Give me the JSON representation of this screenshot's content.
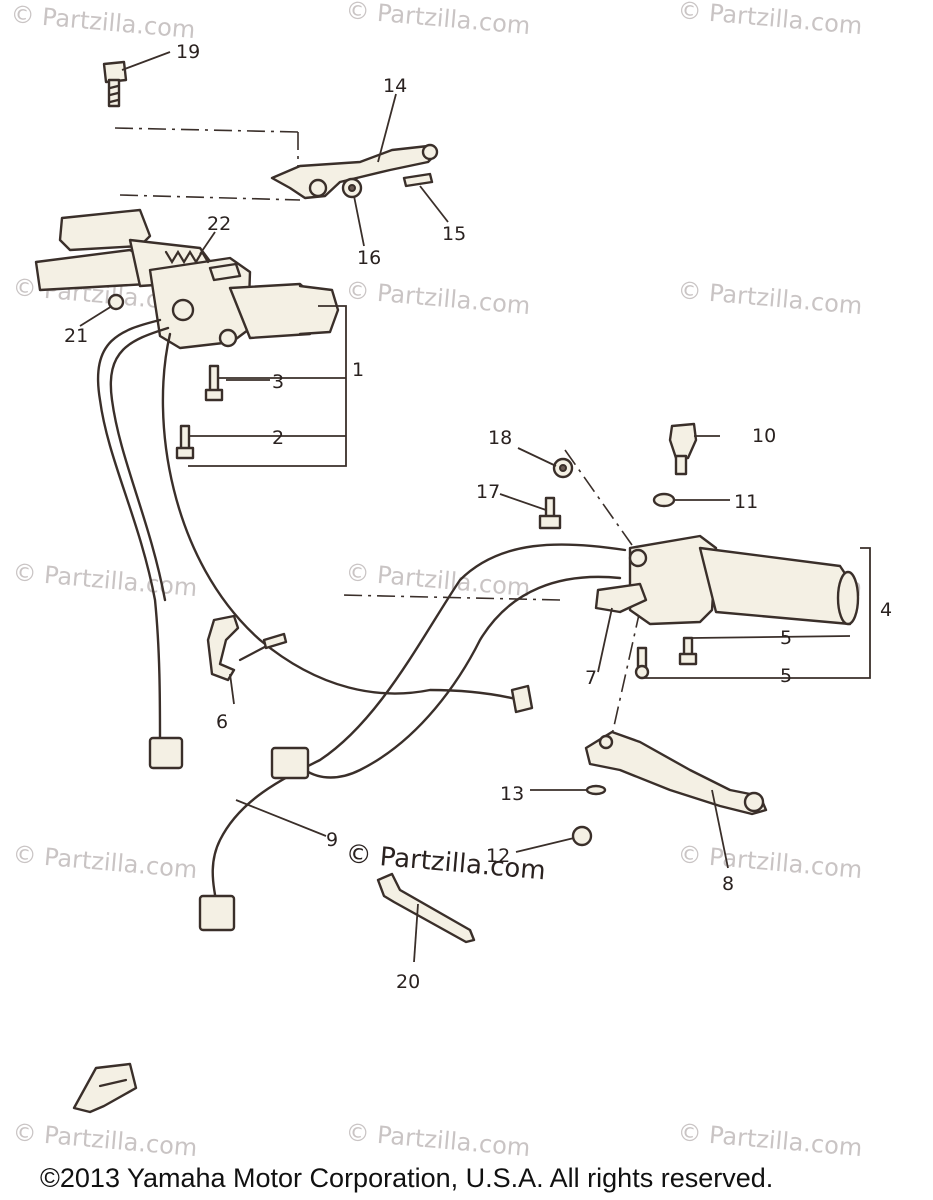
{
  "watermark": {
    "text": "© Partzilla.com"
  },
  "callouts": {
    "c1": "1",
    "c2": "2",
    "c3": "3",
    "c4": "4",
    "c5a": "5",
    "c5b": "5",
    "c6": "6",
    "c7": "7",
    "c8": "8",
    "c9": "9",
    "c10": "10",
    "c11": "11",
    "c12": "12",
    "c13": "13",
    "c14": "14",
    "c15": "15",
    "c16": "16",
    "c17": "17",
    "c18": "18",
    "c19": "19",
    "c20": "20",
    "c21": "21",
    "c22": "22"
  },
  "footer": {
    "copyright": "©2013 Yamaha Motor Corporation, U.S.A. All rights reserved."
  },
  "colors": {
    "line": "#3a2f2a",
    "watermark": "#c9c4c4",
    "background": "#ffffff"
  },
  "icons": {
    "front_arrow": "front-direction-arrow-icon"
  }
}
